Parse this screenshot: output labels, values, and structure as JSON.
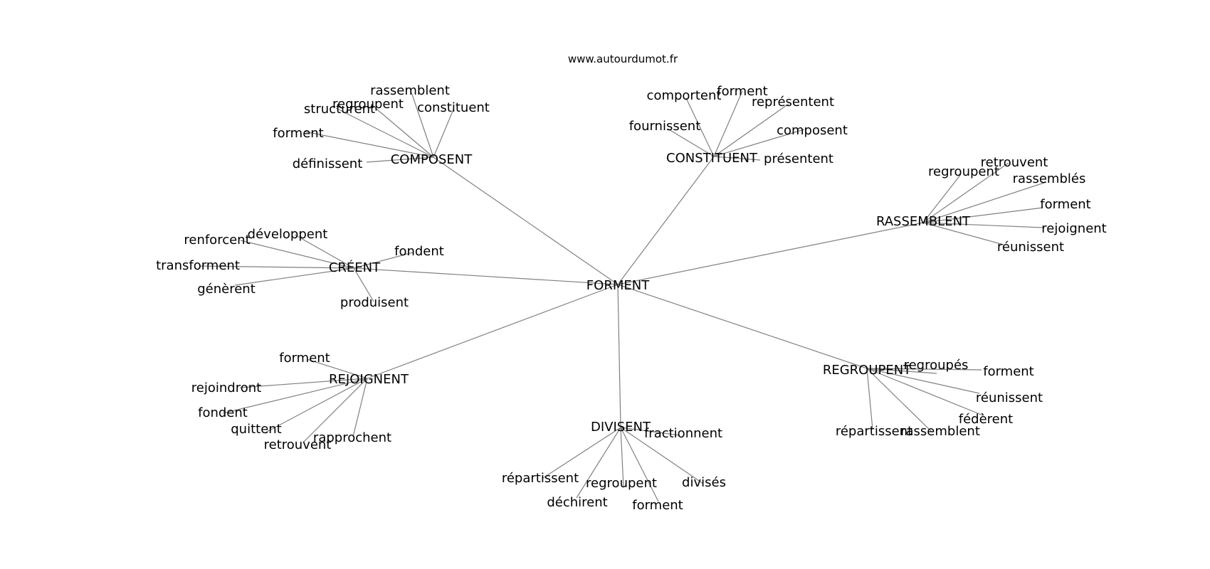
{
  "site_label": "www.autourdumot.fr",
  "root": "FORMENT",
  "clusters": [
    {
      "id": "composent",
      "label": "COMPOSENT",
      "leaves": [
        "rassemblent",
        "structurent",
        "regroupent",
        "constituent",
        "forment",
        "définissent"
      ]
    },
    {
      "id": "constituent",
      "label": "CONSTITUENT",
      "leaves": [
        "comportent",
        "forment",
        "représentent",
        "fournissent",
        "composent",
        "présentent"
      ]
    },
    {
      "id": "rassemblent",
      "label": "RASSEMBLENT",
      "leaves": [
        "retrouvent",
        "regroupent",
        "rassemblés",
        "forment",
        "rejoignent",
        "réunissent"
      ]
    },
    {
      "id": "creent",
      "label": "CRÉENT",
      "leaves": [
        "développent",
        "renforcent",
        "fondent",
        "transforment",
        "génèrent",
        "produisent"
      ]
    },
    {
      "id": "rejoignent",
      "label": "REJOIGNENT",
      "leaves": [
        "forment",
        "rejoindront",
        "fondent",
        "quittent",
        "rapprochent",
        "retrouvent"
      ]
    },
    {
      "id": "divisent",
      "label": "DIVISENT",
      "leaves": [
        "fractionnent",
        "répartissent",
        "regroupent",
        "divisés",
        "déchirent",
        "forment"
      ]
    },
    {
      "id": "regroupent",
      "label": "REGROUPENT",
      "leaves": [
        "regroupés",
        "forment",
        "réunissent",
        "fédèrent",
        "répartissent",
        "rassemblent"
      ]
    }
  ]
}
